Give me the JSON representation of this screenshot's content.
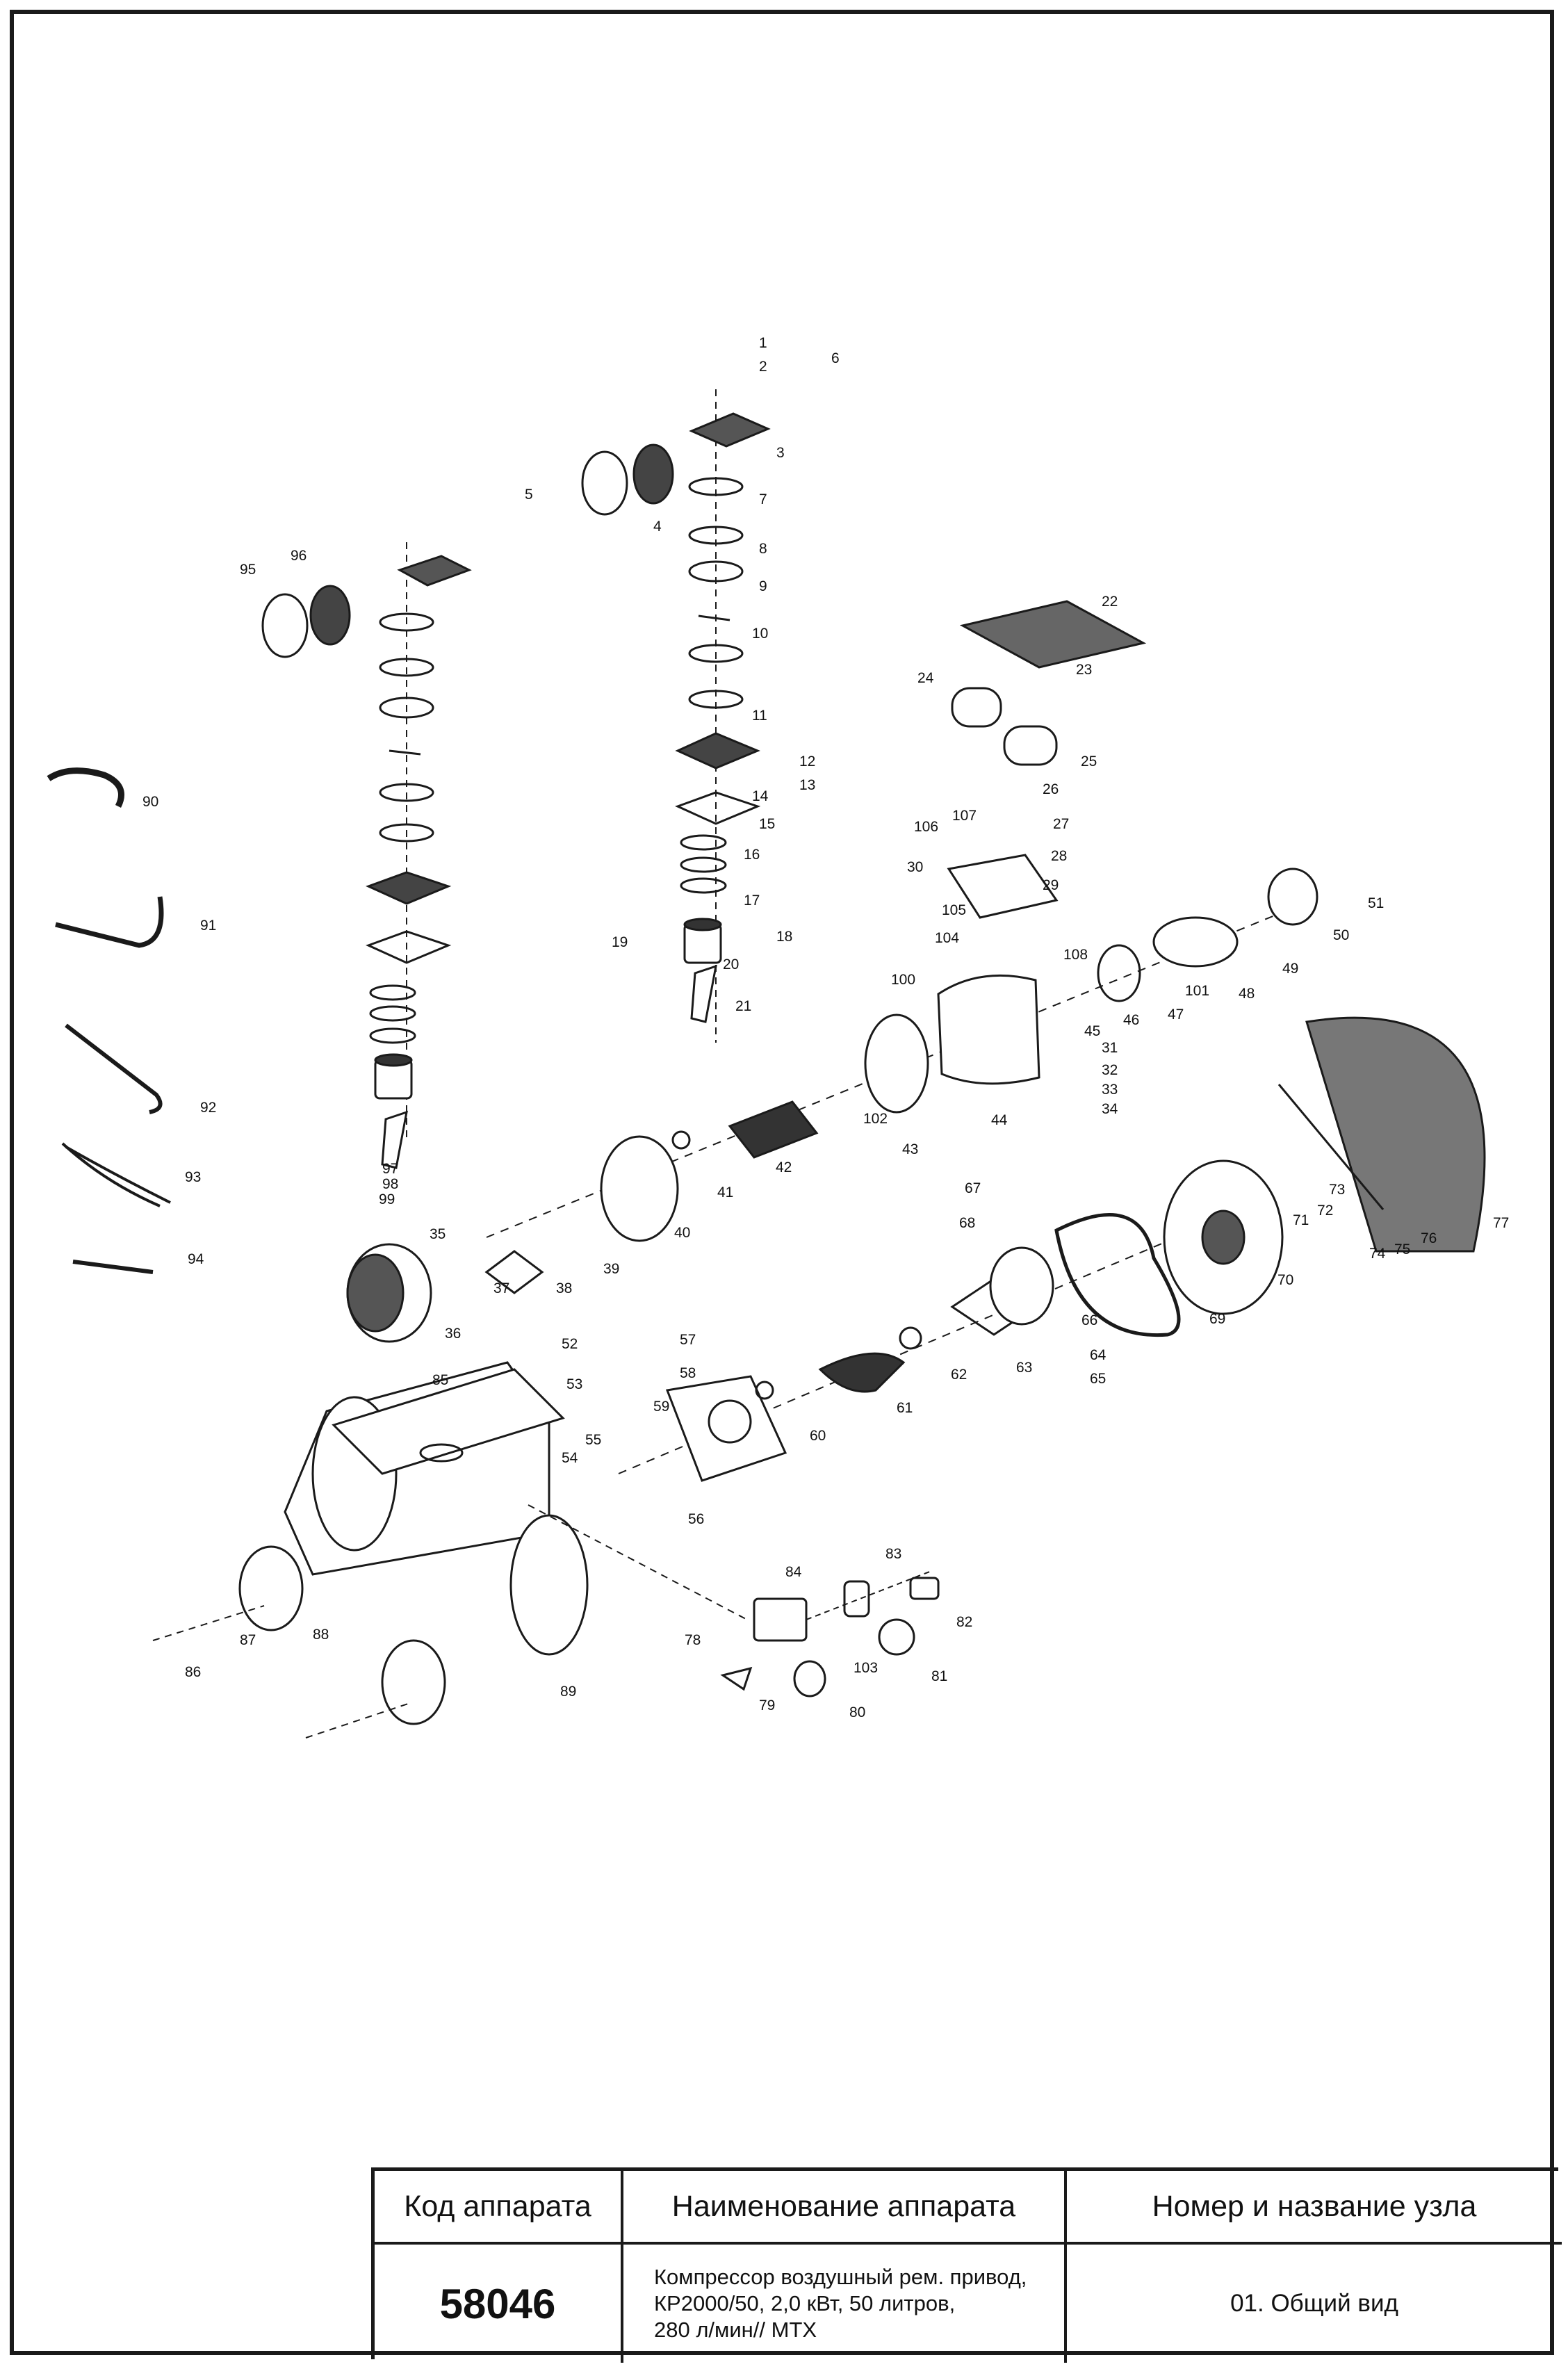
{
  "title_block": {
    "code_header": "Код аппарата",
    "name_header": "Наименование аппарата",
    "unit_header": "Номер и название узла",
    "code_value": "58046",
    "name_value": "Компрессор воздушный рем. привод,\nКР2000/50, 2,0 кВт, 50 литров,\n280 л/мин// MTX",
    "unit_value": "01. Общий вид"
  },
  "part_labels": [
    "1",
    "2",
    "3",
    "4",
    "5",
    "6",
    "7",
    "8",
    "9",
    "10",
    "11",
    "12",
    "13",
    "14",
    "15",
    "16",
    "17",
    "18",
    "19",
    "20",
    "21",
    "22",
    "23",
    "24",
    "25",
    "26",
    "27",
    "28",
    "29",
    "30",
    "31",
    "32",
    "33",
    "34",
    "35",
    "36",
    "37",
    "38",
    "39",
    "40",
    "41",
    "42",
    "43",
    "44",
    "45",
    "46",
    "47",
    "48",
    "49",
    "50",
    "51",
    "52",
    "53",
    "54",
    "55",
    "56",
    "57",
    "58",
    "59",
    "60",
    "61",
    "62",
    "63",
    "64",
    "65",
    "66",
    "67",
    "68",
    "69",
    "70",
    "71",
    "72",
    "73",
    "74",
    "75",
    "76",
    "77",
    "78",
    "79",
    "80",
    "81",
    "82",
    "83",
    "84",
    "85",
    "86",
    "87",
    "88",
    "89",
    "90",
    "91",
    "92",
    "93",
    "94",
    "95",
    "96",
    "97",
    "98",
    "99",
    "100",
    "101",
    "102",
    "103",
    "104",
    "105",
    "106",
    "107",
    "108"
  ]
}
